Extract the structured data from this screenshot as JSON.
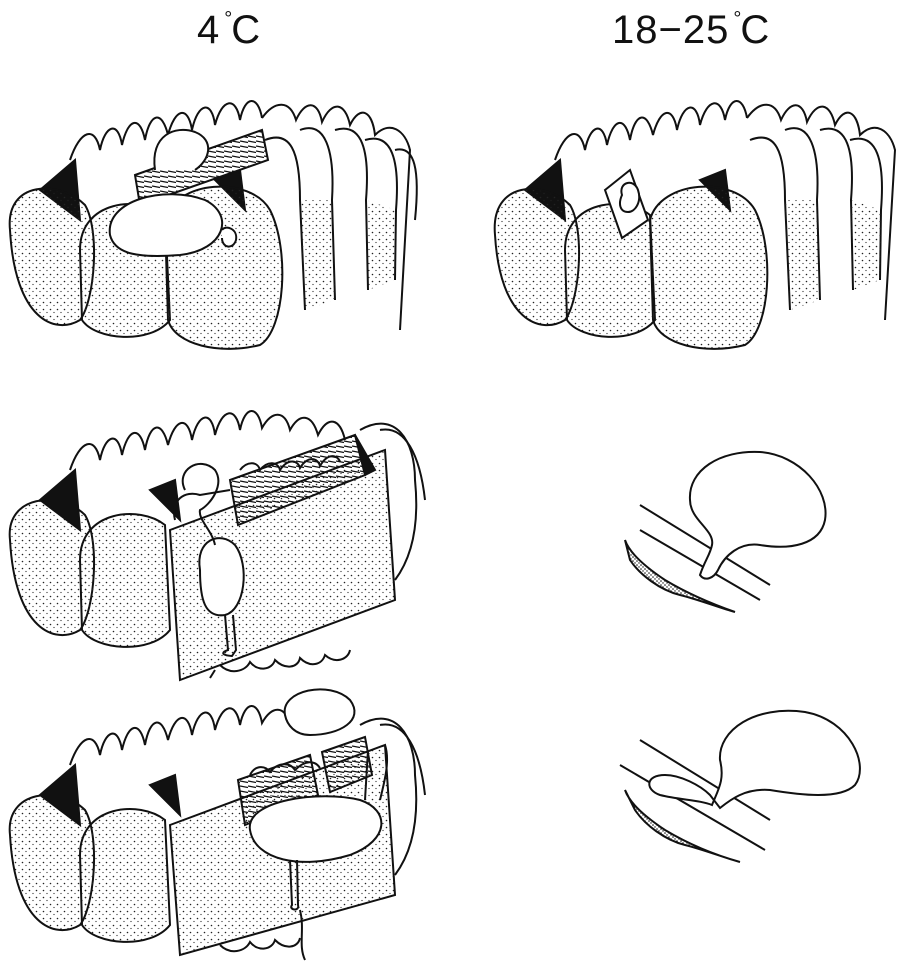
{
  "columns": {
    "left": {
      "number": "4",
      "unit": "C"
    },
    "right": {
      "number": "18−25",
      "unit": "C"
    }
  },
  "degree_symbol": "°",
  "colors": {
    "ink": "#111111",
    "paper": "#ffffff"
  }
}
